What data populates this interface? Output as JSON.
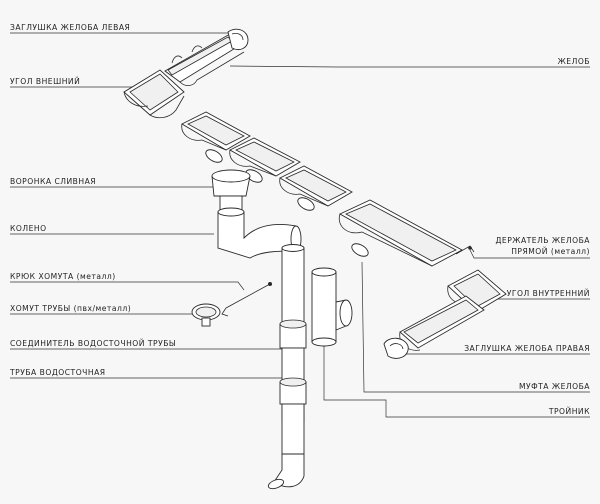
{
  "labels": {
    "end_cap_left": "ЗАГЛУШКА ЖЕЛОБА ЛЕВАЯ",
    "outer_corner": "УГОЛ ВНЕШНИЙ",
    "outlet_funnel": "ВОРОНКА СЛИВНАЯ",
    "elbow": "КОЛЕНО",
    "clamp_hook": "КРЮК ХОМУТА (металл)",
    "pipe_clamp": "ХОМУТ ТРУБЫ (пвх/металл)",
    "pipe_connector": "СОЕДИНИТЕЛЬ ВОДОСТОЧНОЙ ТРУБЫ",
    "downpipe": "ТРУБА ВОДОСТОЧНАЯ",
    "gutter": "ЖЕЛОБ",
    "bracket_line1": "ДЕРЖАТЕЛЬ ЖЕЛОБА",
    "bracket_line2": "ПРЯМОЙ (металл)",
    "inner_corner": "УГОЛ ВНУТРЕННИЙ",
    "end_cap_right": "ЗАГЛУШКА ЖЕЛОБА ПРАВАЯ",
    "gutter_coupling": "МУФТА ЖЕЛОБА",
    "tee": "ТРОЙНИК"
  }
}
